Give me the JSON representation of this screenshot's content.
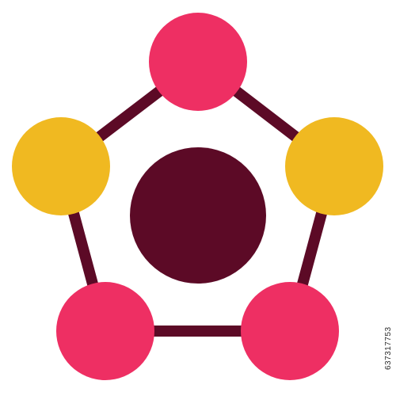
{
  "stock_id": "637317753",
  "colors": {
    "background": "#ffffff",
    "edge": "#5c0a26",
    "center_node": "#5c0a26",
    "pink_node": "#ee2f63",
    "yellow_node": "#f0b921"
  },
  "icon": {
    "name": "network-pentagon-icon",
    "outer_nodes": [
      {
        "name": "top-node",
        "color": "pink"
      },
      {
        "name": "right-node",
        "color": "yellow"
      },
      {
        "name": "bottom-right-node",
        "color": "pink"
      },
      {
        "name": "bottom-left-node",
        "color": "pink"
      },
      {
        "name": "left-node",
        "color": "yellow"
      }
    ],
    "center_node": {
      "name": "center-node"
    }
  }
}
